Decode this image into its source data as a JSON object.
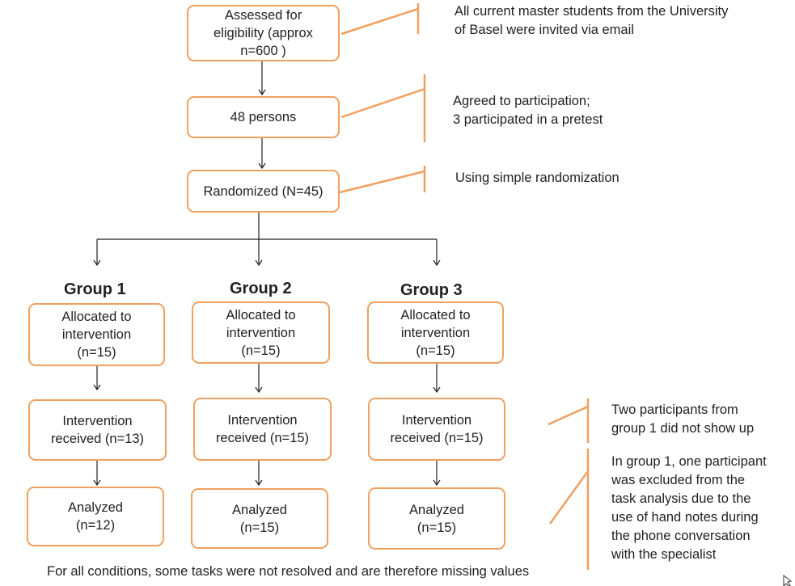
{
  "flow": {
    "eligibility": [
      "Assessed for",
      "eligibility (approx",
      "n=600 )"
    ],
    "persons": [
      "48 persons"
    ],
    "randomized": [
      "Randomized (N=45)"
    ]
  },
  "notes": {
    "eligibility": [
      "All current master students from the University",
      "of Basel were invited via email"
    ],
    "persons": [
      "Agreed to participation;",
      "3 participated in a pretest"
    ],
    "randomized": [
      "Using simple randomization"
    ],
    "intervention": [
      "Two participants from",
      "group 1 did not show up"
    ],
    "analysis": [
      "In group 1, one participant",
      "was excluded from the",
      "task analysis due to the",
      "use of hand notes during",
      "the phone conversation",
      "with the specialist"
    ]
  },
  "groups": [
    {
      "title": "Group 1",
      "allocated": [
        "Allocated to",
        "intervention",
        "(n=15)"
      ],
      "received": [
        "Intervention",
        "received (n=13)"
      ],
      "analyzed": [
        "Analyzed",
        "(n=12)"
      ]
    },
    {
      "title": "Group 2",
      "allocated": [
        "Allocated to",
        "intervention",
        "(n=15)"
      ],
      "received": [
        "Intervention",
        "received (n=15)"
      ],
      "analyzed": [
        "Analyzed",
        "(n=15)"
      ]
    },
    {
      "title": "Group 3",
      "allocated": [
        "Allocated to",
        "intervention",
        "(n=15)"
      ],
      "received": [
        "Intervention",
        "received (n=15)"
      ],
      "analyzed": [
        "Analyzed",
        "(n=15)"
      ]
    }
  ],
  "footnote": "For all conditions, some tasks were not resolved and are therefore missing values",
  "colors": {
    "box_border": "#f0a060",
    "arrow": "#222222"
  },
  "icons": [
    "cursor-icon"
  ]
}
